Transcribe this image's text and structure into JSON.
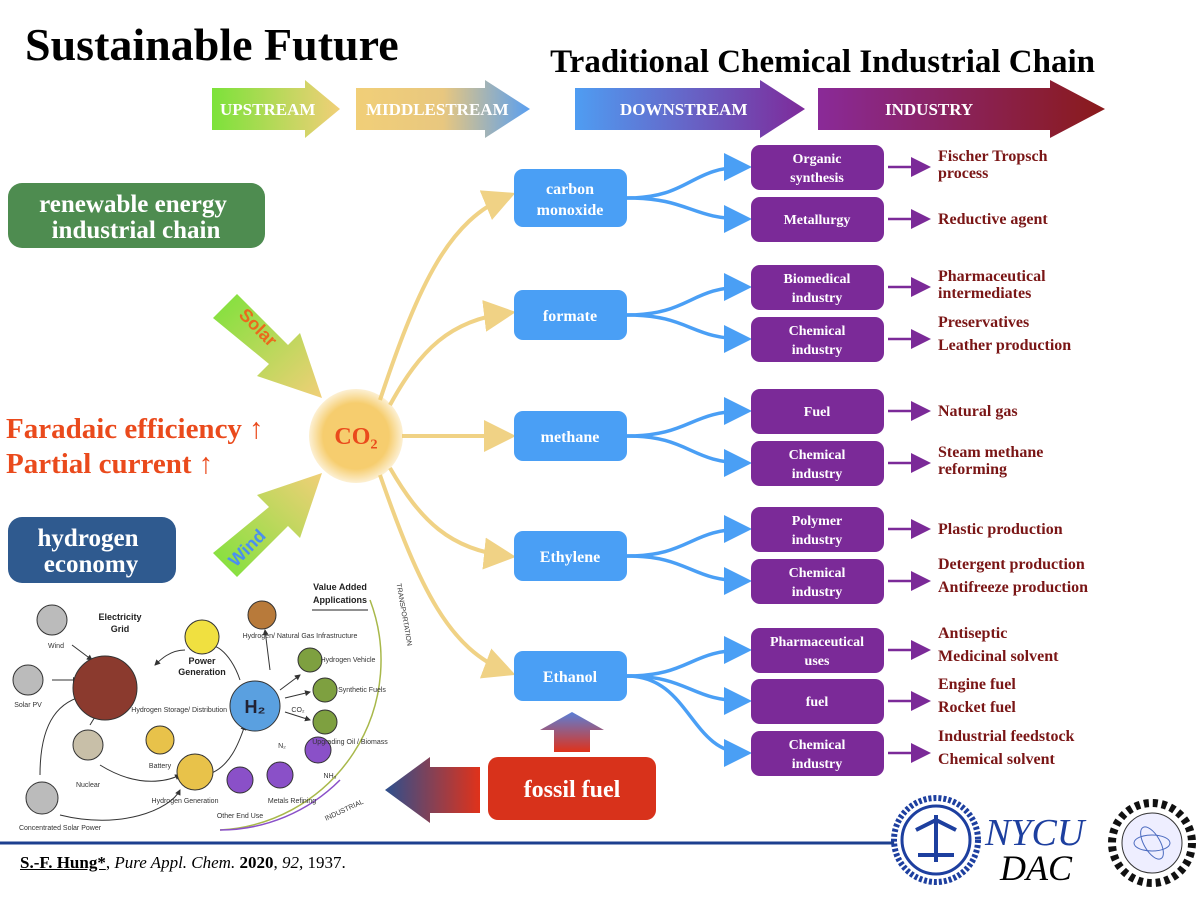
{
  "title": "Sustainable Future",
  "stages": [
    "UPSTREAM",
    "MIDDLESTREAM",
    "DOWNSTREAM",
    "INDUSTRY"
  ],
  "chain_title": "Traditional Chemical Industrial Chain",
  "renewable": [
    "renewable energy",
    "industrial chain"
  ],
  "hydrogen": [
    "hydrogen",
    "economy"
  ],
  "metrics": [
    "Faradaic efficiency ↑",
    "Partial current ↑"
  ],
  "solar_label": "Solar",
  "wind_label": "Wind",
  "co2_label": "CO₂",
  "fossil_label": "fossil fuel",
  "products": [
    {
      "name": [
        "carbon",
        "monoxide"
      ],
      "apps": [
        {
          "name": [
            "Organic",
            "synthesis"
          ],
          "uses": [
            "Fischer Tropsch",
            "process"
          ]
        },
        {
          "name": [
            "Metallurgy"
          ],
          "uses": [
            "Reductive agent"
          ]
        }
      ]
    },
    {
      "name": [
        "formate"
      ],
      "apps": [
        {
          "name": [
            "Biomedical",
            "industry"
          ],
          "uses": [
            "Pharmaceutical",
            "intermediates"
          ]
        },
        {
          "name": [
            "Chemical",
            "industry"
          ],
          "uses": [
            "Preservatives",
            "Leather production"
          ]
        }
      ]
    },
    {
      "name": [
        "methane"
      ],
      "apps": [
        {
          "name": [
            "Fuel"
          ],
          "uses": [
            "Natural gas"
          ]
        },
        {
          "name": [
            "Chemical",
            "industry"
          ],
          "uses": [
            "Steam methane",
            "reforming"
          ]
        }
      ]
    },
    {
      "name": [
        "Ethylene"
      ],
      "apps": [
        {
          "name": [
            "Polymer",
            "industry"
          ],
          "uses": [
            "Plastic production"
          ]
        },
        {
          "name": [
            "Chemical",
            "industry"
          ],
          "uses": [
            "Detergent production",
            "Antifreeze production"
          ]
        }
      ]
    },
    {
      "name": [
        "Ethanol"
      ],
      "apps": [
        {
          "name": [
            "Pharmaceutical",
            "uses"
          ],
          "uses": [
            "Antiseptic",
            "Medicinal solvent"
          ]
        },
        {
          "name": [
            "fuel"
          ],
          "uses": [
            "Engine fuel",
            "Rocket fuel"
          ]
        },
        {
          "name": [
            "Chemical",
            "industry"
          ],
          "uses": [
            "Industrial feedstock",
            "Chemical solvent"
          ]
        }
      ]
    }
  ],
  "h2_diagram": {
    "header": [
      "Value Added",
      "Applications"
    ],
    "grid": [
      "Electricity",
      "Grid"
    ],
    "power": [
      "Power",
      "Generation"
    ],
    "nodes": [
      "Wind",
      "Solar PV",
      "Nuclear",
      "Concentrated Solar Power",
      "Battery",
      "Hydrogen Generation",
      "Other End Use",
      "Metals Refining",
      "NH₃",
      "Hydrogen Vehicle",
      "Synthetic Fuels",
      "Upgrading Oil / Biomass",
      "Hydrogen/ Natural Gas Infrastructure",
      "Hydrogen Storage/ Distribution"
    ],
    "h2": "H₂",
    "co2": "CO₂",
    "n2": "N₂",
    "arc_transport": "TRANSPORTATION",
    "arc_industrial": "INDUSTRIAL"
  },
  "citation": {
    "author": "S.-F. Hung*",
    "journal": "Pure Appl. Chem.",
    "year": "2020",
    "volume": "92",
    "pages": ", 1937."
  },
  "logo": {
    "nycu": "NYCU",
    "dac": "DAC"
  },
  "colors": {
    "product": "#4a9ff5",
    "app": "#7b2a98",
    "use": "#7a1616",
    "co2": "#f6cd6e",
    "fossil": "#d8321b"
  }
}
